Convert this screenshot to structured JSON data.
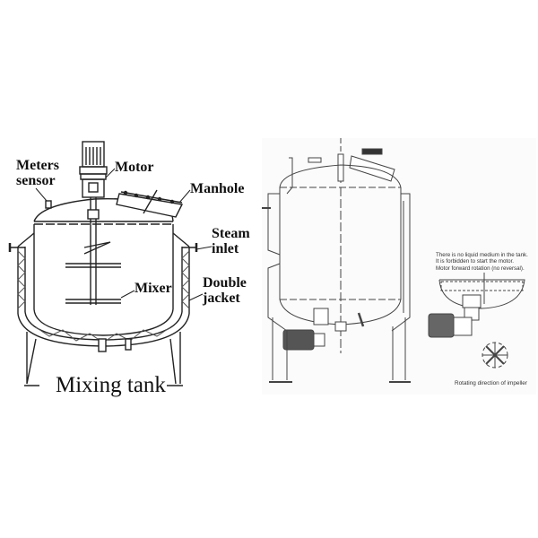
{
  "left_diagram": {
    "title": "Mixing tank",
    "labels": {
      "meters_sensor_line1": "Meters",
      "meters_sensor_line2": "sensor",
      "motor": "Motor",
      "manhole": "Manhole",
      "steam_inlet_line1": "Steam",
      "steam_inlet_line2": "inlet",
      "mixer": "Mixer",
      "double_jacket_line1": "Double",
      "double_jacket_line2": "jacket"
    }
  },
  "right_diagram": {
    "warning_notes": [
      "There is no liquid medium in the tank.",
      "It is forbidden to start the motor.",
      "Motor forward rotation (no reversal)."
    ],
    "impeller_caption": "Rotating direction of impeller"
  },
  "colors": {
    "line": "#222222",
    "background": "#ffffff",
    "right_panel_background": "#fbfbfb",
    "jacket_hatch": "#555555"
  }
}
